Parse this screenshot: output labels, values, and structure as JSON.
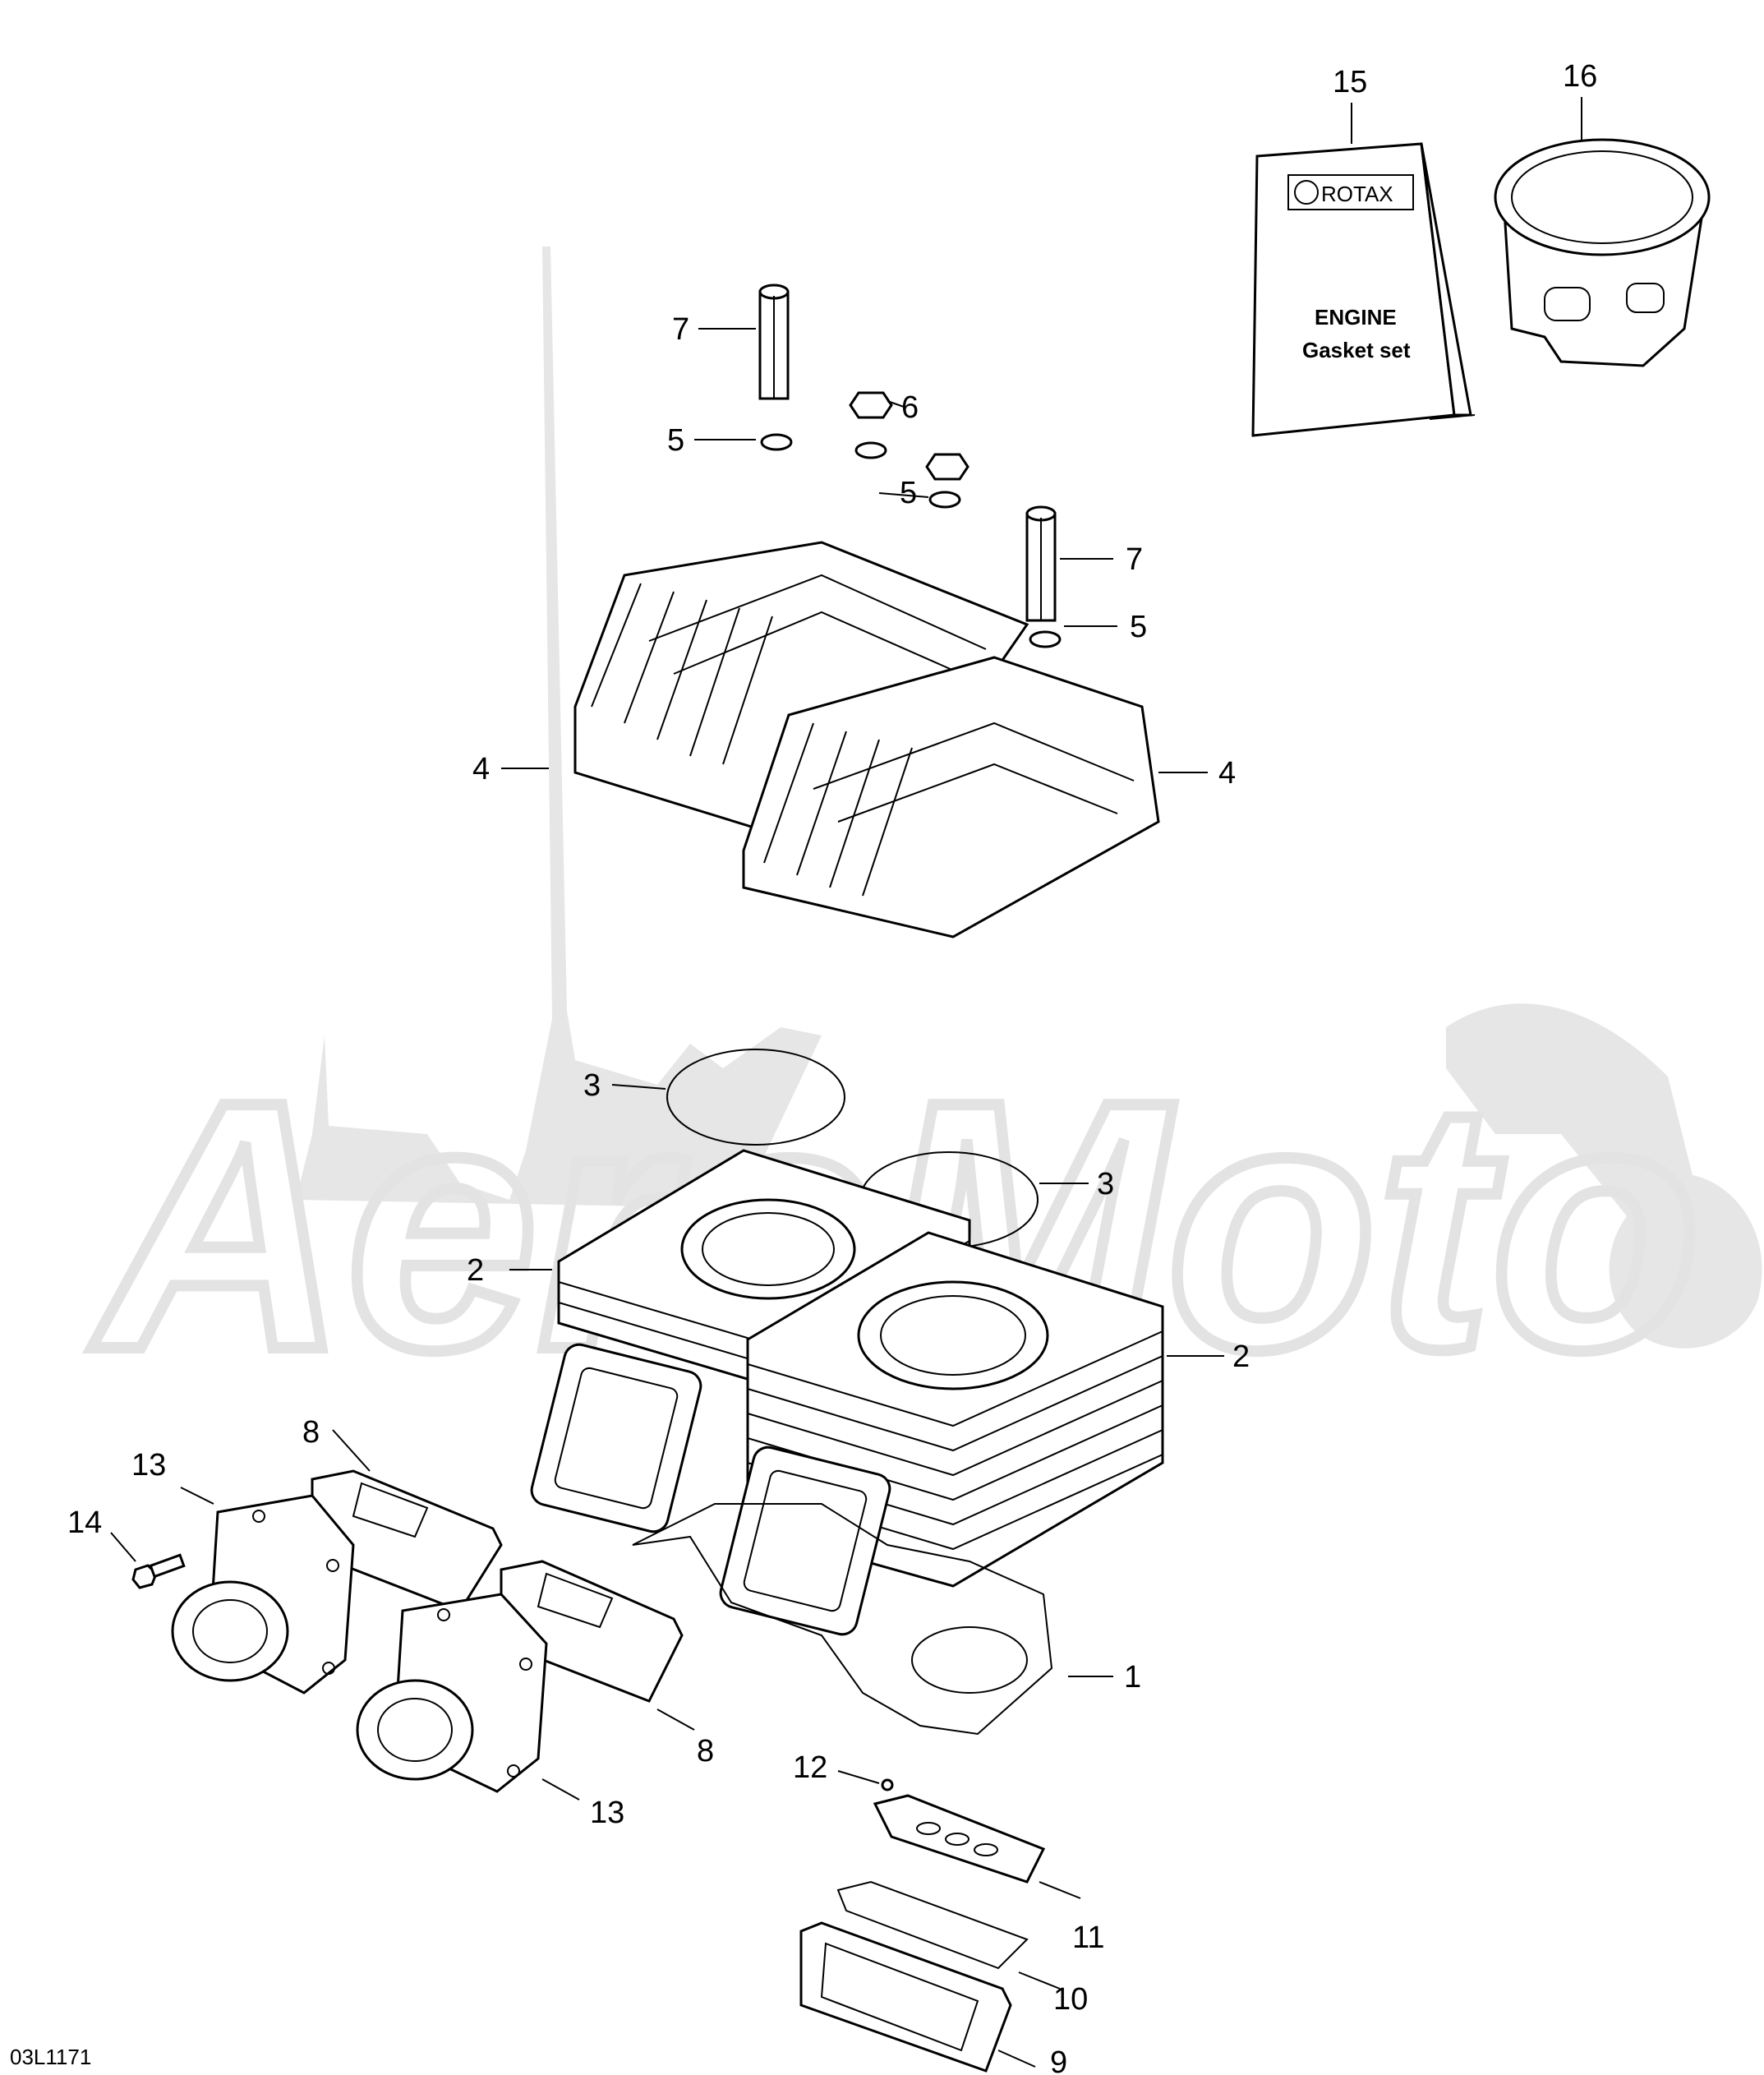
{
  "callouts": {
    "c1": "1",
    "c2a": "2",
    "c2b": "2",
    "c3a": "3",
    "c3b": "3",
    "c4a": "4",
    "c4b": "4",
    "c5a": "5",
    "c5b": "5",
    "c5c": "5",
    "c6": "6",
    "c7a": "7",
    "c7b": "7",
    "c8a": "8",
    "c8b": "8",
    "c9": "9",
    "c10": "10",
    "c11": "11",
    "c12": "12",
    "c13a": "13",
    "c13b": "13",
    "c14": "14",
    "c15": "15",
    "c16": "16"
  },
  "gasket_set": {
    "brand": "ROTAX",
    "line1": "ENGINE",
    "line2": "Gasket set"
  },
  "diagram_code": "03L1171",
  "watermark": "AeroMoto",
  "colors": {
    "lines": "#000000",
    "watermark": "#e6e6e6",
    "background": "#ffffff"
  }
}
